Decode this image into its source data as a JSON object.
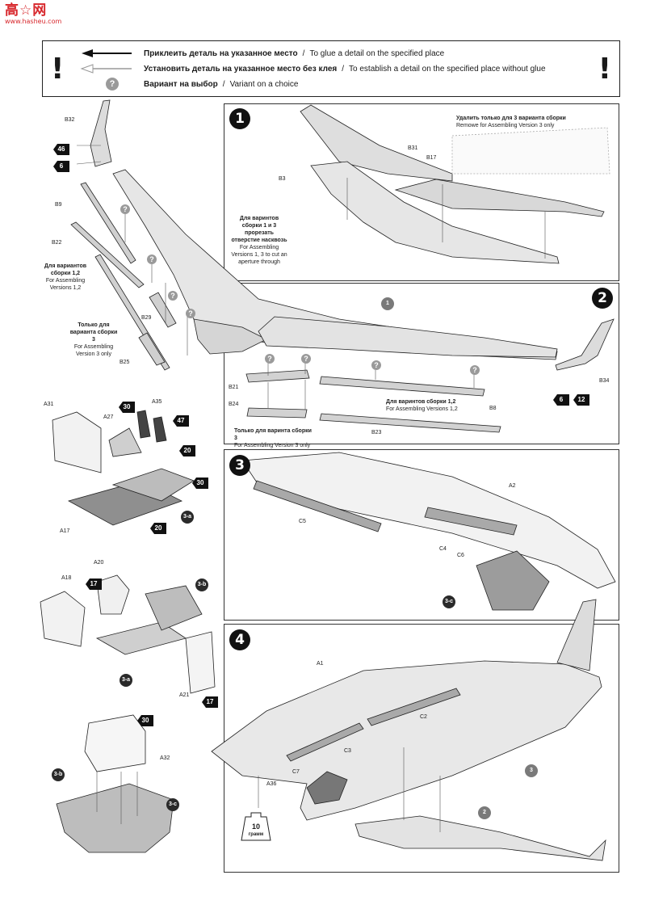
{
  "watermark": {
    "brand": "高☆网",
    "site": "www.hasheu.com"
  },
  "legend": {
    "bang": "!",
    "rows": [
      {
        "ru": "Приклеить деталь на указанное место",
        "sep": "/",
        "en": "To glue a detail on the specified place"
      },
      {
        "ru": "Установить деталь на указанное место без клея",
        "sep": "/",
        "en": "To establish a detail on the specified place without glue"
      },
      {
        "ru": "Вариант на выбор",
        "sep": "/",
        "en": "Variant on a choice"
      }
    ],
    "qmark": "?"
  },
  "steps": {
    "s1": "1",
    "s2": "2",
    "s3": "3",
    "s4": "4"
  },
  "left_top": {
    "labels": {
      "b32": "B32",
      "b9": "B9",
      "b22": "B22",
      "b29": "B29",
      "b25": "B25"
    },
    "stars": {
      "s46": "46",
      "s6": "6"
    },
    "variant12": {
      "ru": "Для вариантов сборки 1,2",
      "en": "For Assembling Versions 1,2"
    },
    "variant3": {
      "ru": "Только для варианта сборки 3",
      "en": "For Assembling Version 3 only"
    }
  },
  "step1": {
    "labels": {
      "b31": "B31",
      "b17": "B17",
      "b3": "B3"
    },
    "remove_note": {
      "ru": "Удалить только для 3 варианта сборки",
      "en": "Remowe for Assembling Version 3 only"
    },
    "cut_note": {
      "ru": "Для варинтов сборки 1 и 3 прорезать отверстие насквозь",
      "en": "For Assembling Versions 1, 3 to cut an aperture through"
    }
  },
  "step2": {
    "labels": {
      "b21": "B21",
      "b24": "B24",
      "b23": "B23",
      "b8": "B8",
      "b34": "B34"
    },
    "circle": "1",
    "stars": {
      "s6": "6",
      "s12": "12"
    },
    "variant12": {
      "ru": "Для варинтов сборки 1,2",
      "en": "For Assembling Versions 1,2"
    },
    "variant3": {
      "ru": "Только для варинта сборки 3",
      "en": "For Assembling Version 3 only"
    }
  },
  "cockpit_a": {
    "labels": {
      "a31": "A31",
      "a27": "A27",
      "a35": "A35",
      "a17": "A17"
    },
    "stars": {
      "s30a": "30",
      "s47": "47",
      "s20a": "20",
      "s30b": "30",
      "s20b": "20"
    },
    "circle": "3-a"
  },
  "cockpit_b": {
    "labels": {
      "a20": "A20",
      "a18": "A18",
      "a21": "A21"
    },
    "stars": {
      "s17a": "17",
      "s17b": "17"
    },
    "circle_b": "3-b",
    "circle_a": "3-a"
  },
  "cockpit_c": {
    "labels": {
      "a32": "A32"
    },
    "stars": {
      "s30": "30"
    },
    "circle_b": "3-b",
    "circle_c": "3-c"
  },
  "step3": {
    "labels": {
      "a2": "A2",
      "c5": "C5",
      "c4": "C4",
      "c6": "C6"
    },
    "circle": "3-c"
  },
  "step4": {
    "labels": {
      "a1": "A1",
      "c2": "C2",
      "c3": "C3",
      "c7": "C7",
      "a36": "A36"
    },
    "circle3": "3",
    "circle2": "2",
    "weight": {
      "value": "10",
      "unit": "грамм"
    }
  }
}
